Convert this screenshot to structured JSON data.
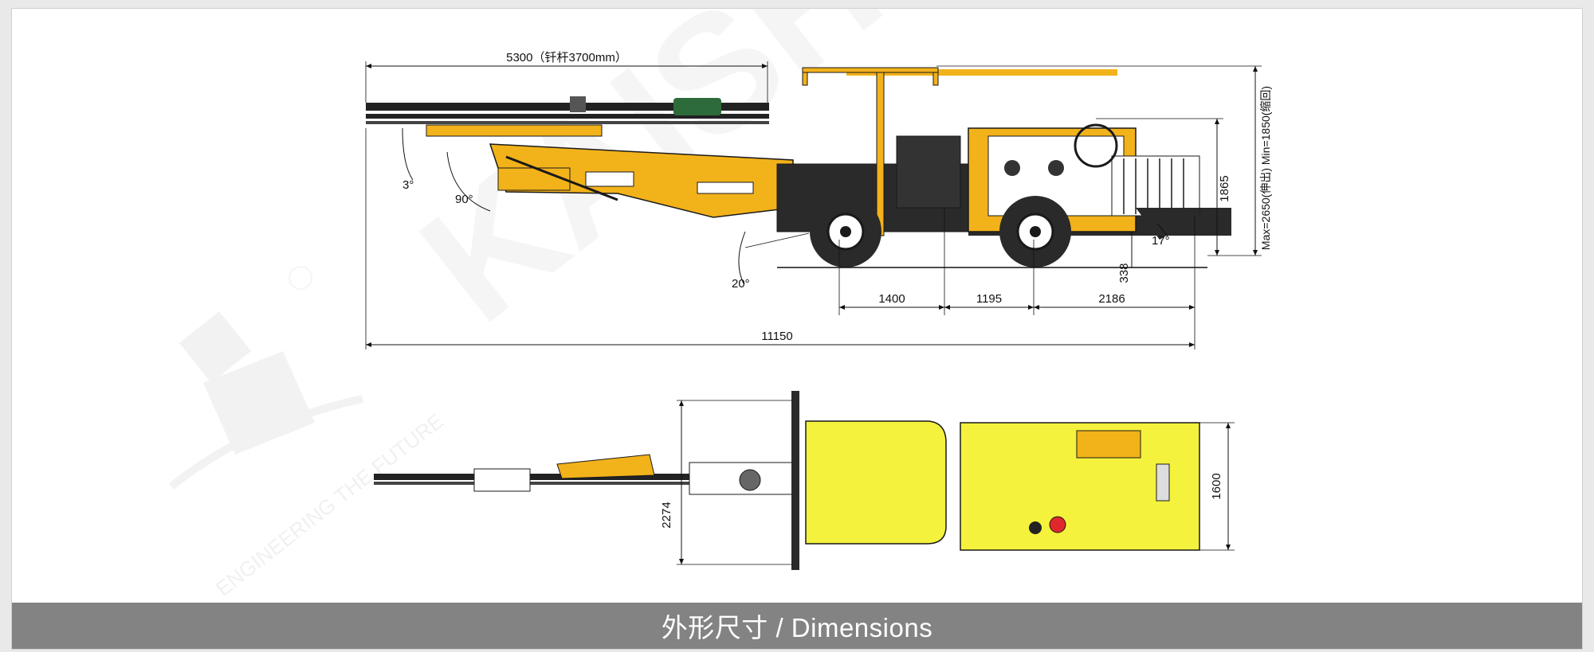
{
  "footer": {
    "title": "外形尺寸 / Dimensions"
  },
  "watermark": {
    "brand": "KAISHAN",
    "tagline": "ENGINEERING THE FUTURE",
    "registered": "®"
  },
  "side_view": {
    "dim_feed_length": "5300（钎杆3700mm）",
    "dim_overall_length": "11150",
    "dim_wheelbase_front": "1400",
    "dim_wheelbase_mid": "1195",
    "dim_rear": "2186",
    "dim_cab_height": "1865",
    "dim_canopy_height": "Max=2650(伸出)  Min=1850(缩回)",
    "dim_clearance": "338",
    "angle_feed": "3°",
    "angle_boom": "90°",
    "angle_approach": "20°",
    "angle_departure": "17°"
  },
  "top_view": {
    "dim_width_boom": "2274",
    "dim_width_body": "1600"
  },
  "colors": {
    "machine_yellow": "#f2b21a",
    "body_yellow": "#f4f23c",
    "outline": "#1a1a1a",
    "footer_bg": "#838383"
  }
}
